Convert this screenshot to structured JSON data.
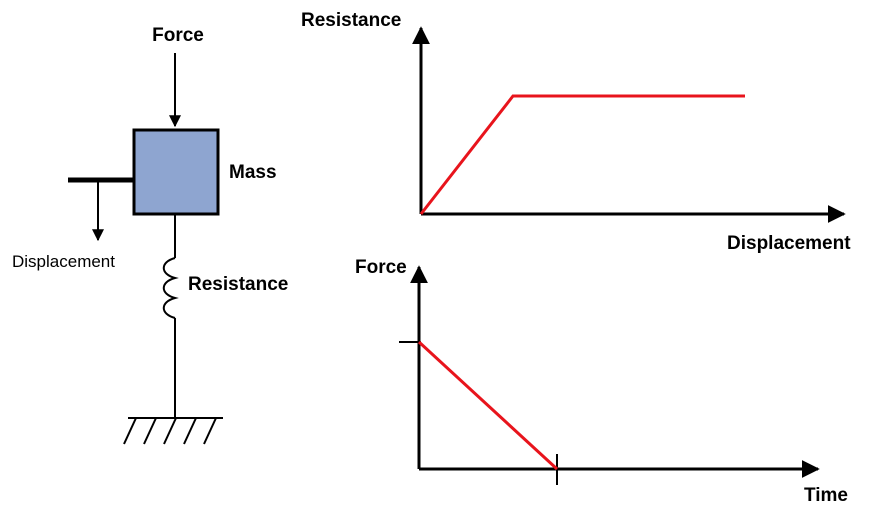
{
  "system": {
    "force_label": "Force",
    "mass_label": "Mass",
    "displacement_label": "Displacement",
    "resistance_label": "Resistance"
  },
  "resistance_graph": {
    "y_axis_label": "Resistance",
    "x_axis_label": "Displacement"
  },
  "force_graph": {
    "y_axis_label": "Force",
    "x_axis_label": "Time"
  },
  "colors": {
    "mass_fill": "#8ea5d0",
    "curve": "#e8141c",
    "line": "#000000"
  }
}
